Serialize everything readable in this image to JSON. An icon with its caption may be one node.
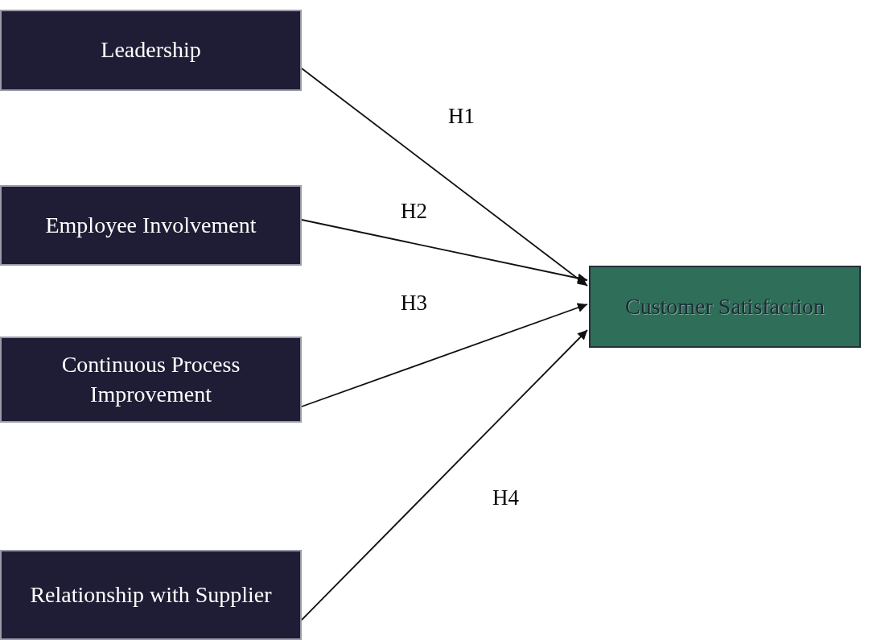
{
  "diagram": {
    "nodes": [
      {
        "text": [
          "Leadership"
        ]
      },
      {
        "text": [
          "Employee Involvement"
        ]
      },
      {
        "text": [
          "Continuous Process Improvement"
        ]
      },
      {
        "text": [
          "Relationship with Supplier"
        ]
      },
      {
        "text": [
          "Customer Satisfaction"
        ]
      }
    ],
    "edges": [
      {
        "from": 0,
        "to": 4,
        "arrow": "to",
        "label": "H1"
      },
      {
        "from": 1,
        "to": 4,
        "arrow": "to",
        "label": "H2"
      },
      {
        "from": 2,
        "to": 4,
        "arrow": "to",
        "label": "H3"
      },
      {
        "from": 3,
        "to": 4,
        "arrow": "to",
        "label": "H4"
      }
    ]
  }
}
